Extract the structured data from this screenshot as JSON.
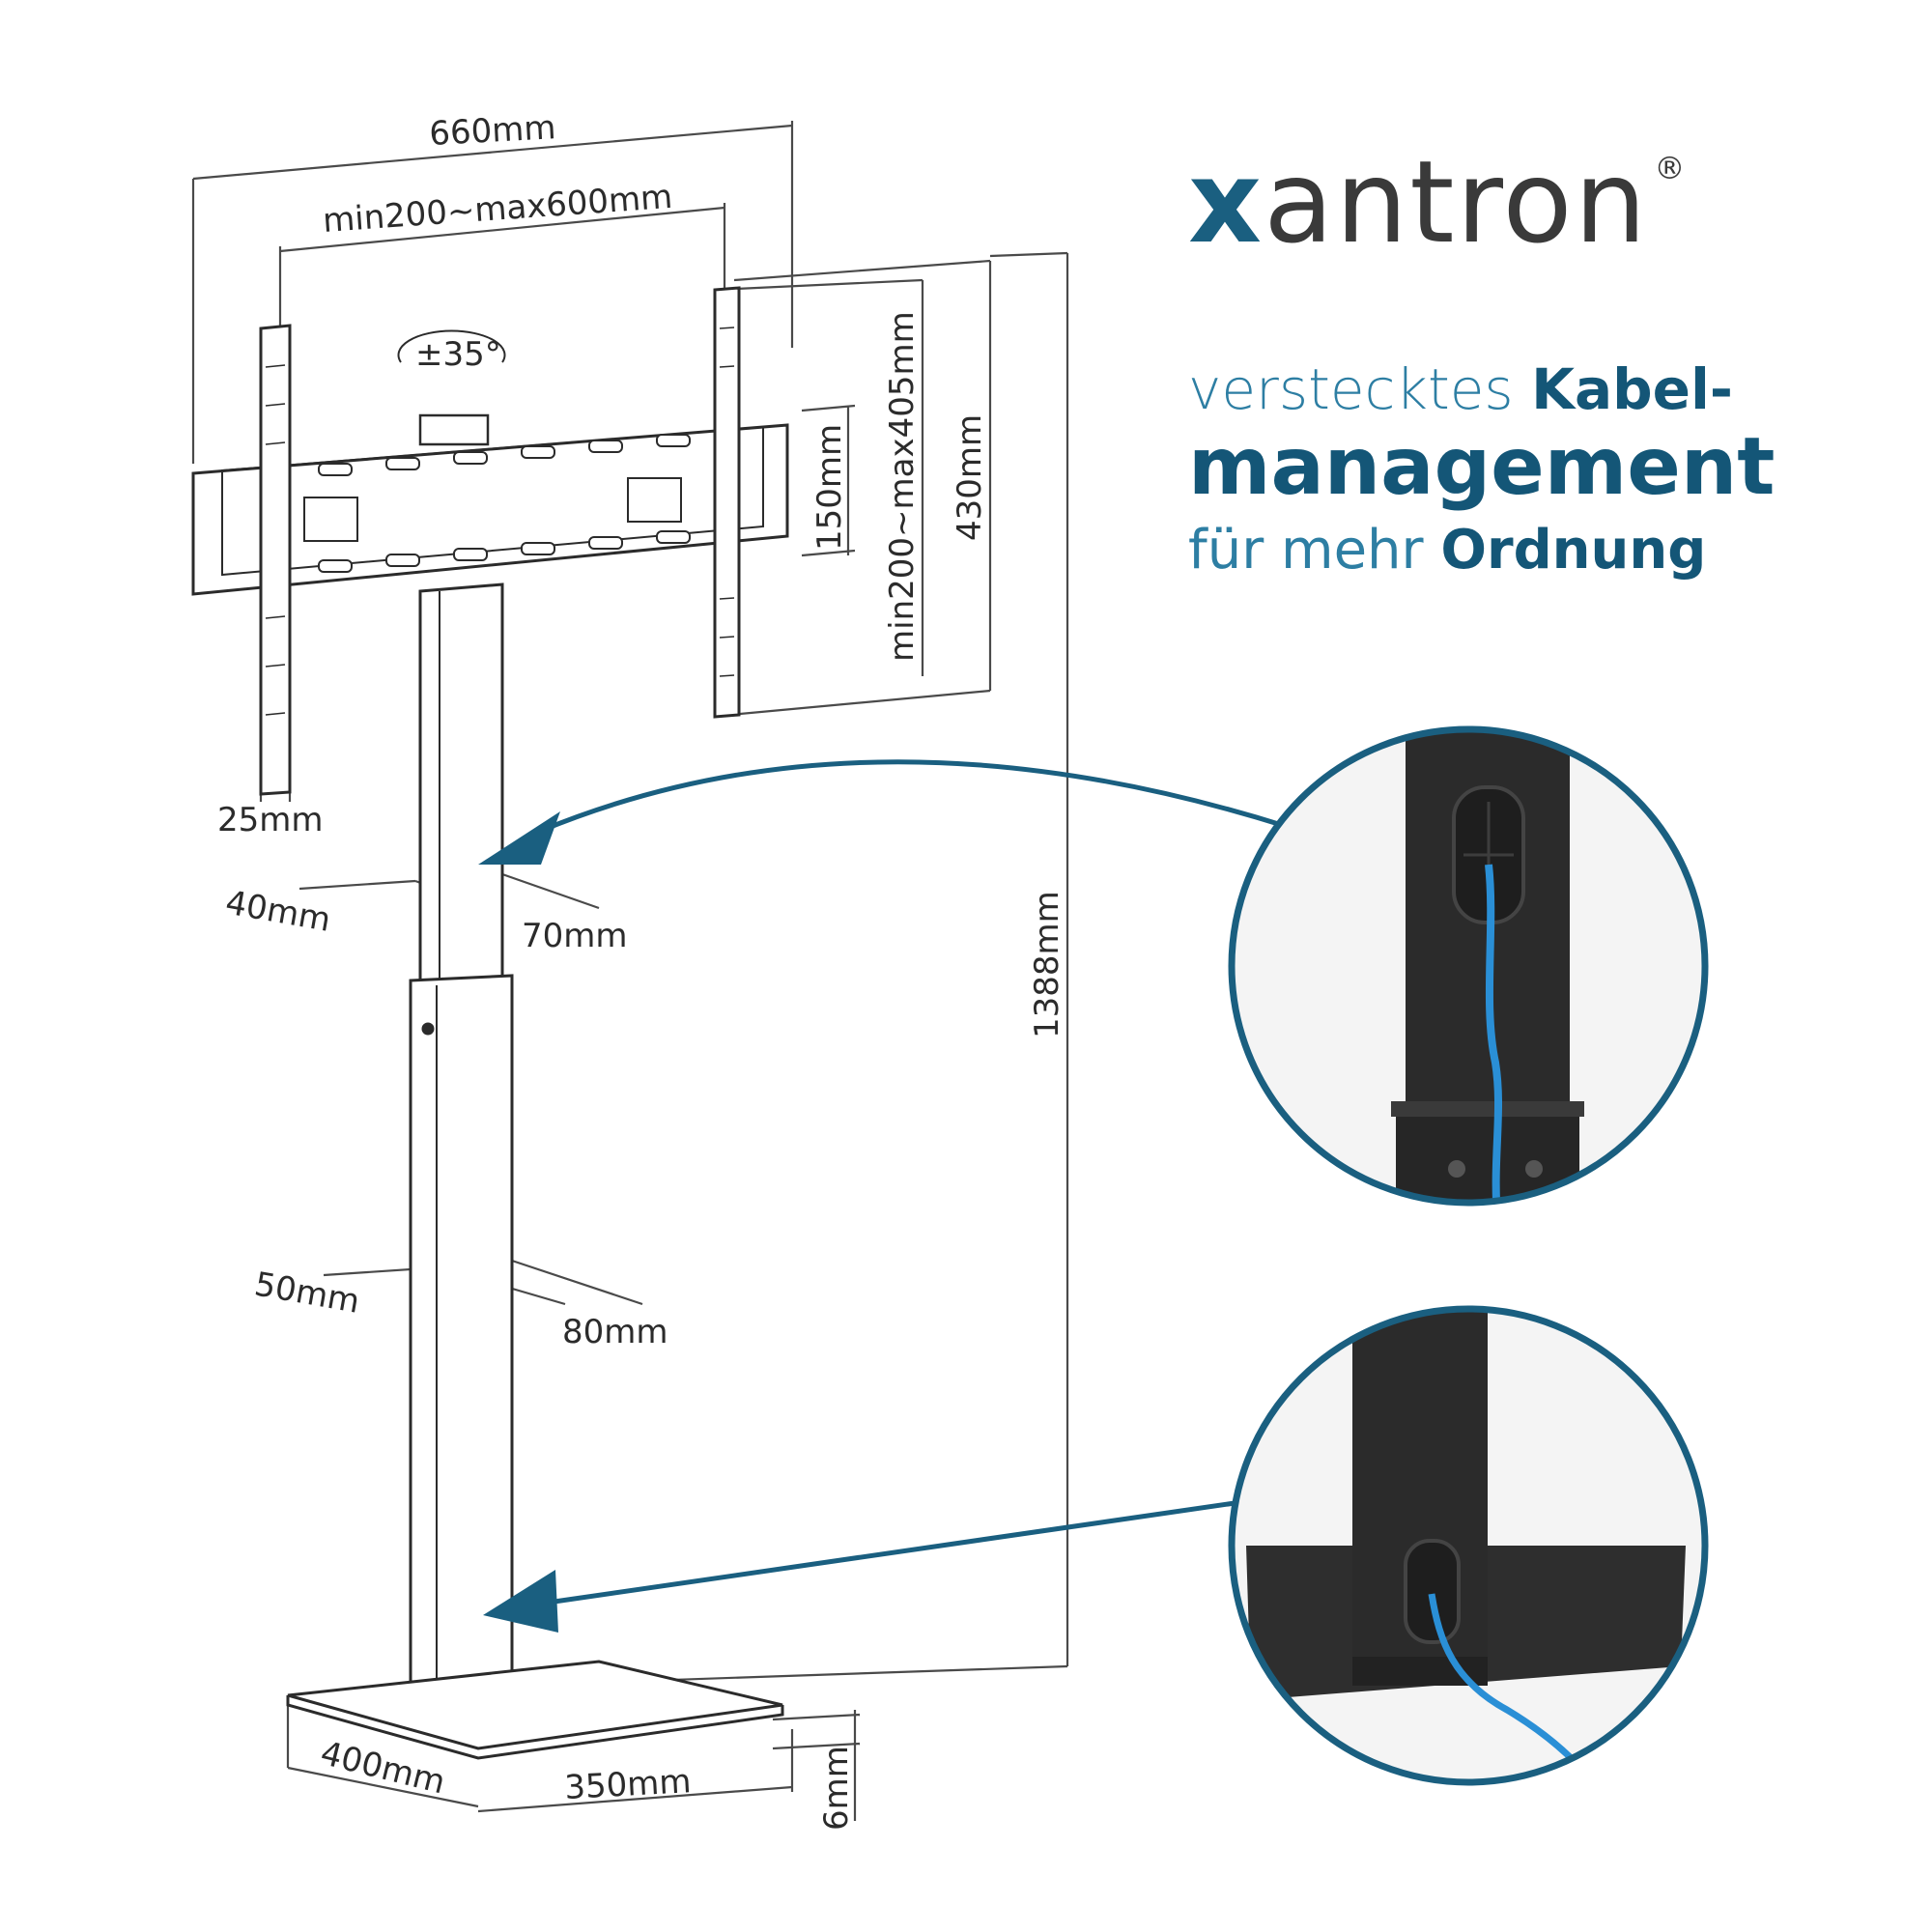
{
  "brand": {
    "name_x": "x",
    "name_rest": "antron",
    "registered": "®",
    "accent_color": "#1a5f80"
  },
  "tagline": {
    "line1_thin": "verstecktes ",
    "line1_bold": "Kabel-",
    "line2_bold": "management",
    "line3_thin": "für mehr ",
    "line3_bold": "Ordnung"
  },
  "dimensions": {
    "total_width": "660mm",
    "vesa_horizontal": "min200~max600mm",
    "tilt": "±35°",
    "bracket_height": "150mm",
    "vesa_vertical": "min200~max405mm",
    "arm_height": "430mm",
    "total_height": "1388mm",
    "bracket_depth": "25mm",
    "upper_pole_a": "40mm",
    "upper_pole_b": "70mm",
    "lower_pole_a": "50mm",
    "lower_pole_b": "80mm",
    "base_depth": "400mm",
    "base_width": "350mm",
    "base_thickness": "6mm"
  },
  "colors": {
    "arrow": "#1a5f80",
    "cable": "#2a8fd6",
    "pole": "#2b2b2b"
  }
}
